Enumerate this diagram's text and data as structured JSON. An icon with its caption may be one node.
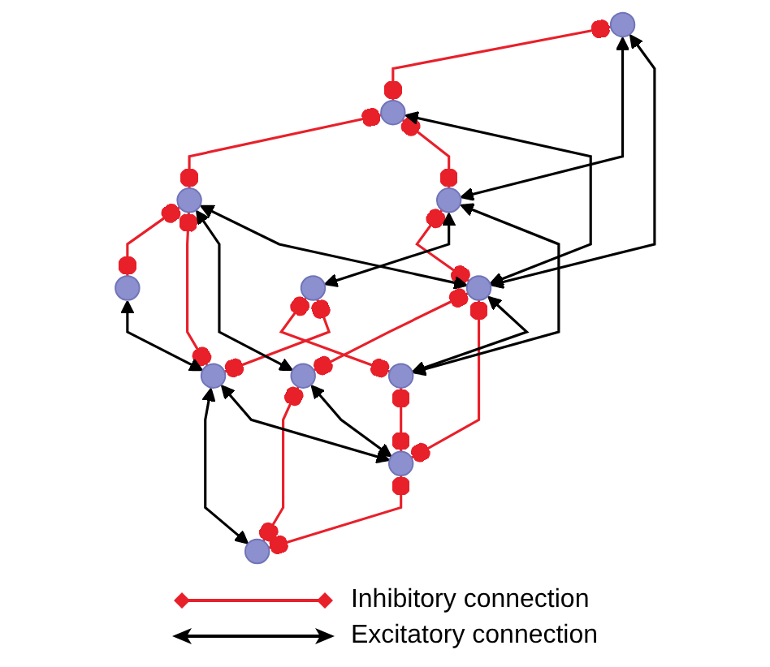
{
  "diagram": {
    "nodes": [
      {
        "text": [],
        "shape": "circle"
      },
      {
        "text": [],
        "shape": "circle"
      },
      {
        "text": [],
        "shape": "circle"
      },
      {
        "text": [],
        "shape": "circle"
      },
      {
        "text": [],
        "shape": "circle"
      },
      {
        "text": [],
        "shape": "circle"
      },
      {
        "text": [],
        "shape": "circle"
      },
      {
        "text": [],
        "shape": "circle"
      },
      {
        "text": [],
        "shape": "circle"
      },
      {
        "text": [],
        "shape": "circle"
      },
      {
        "text": [],
        "shape": "circle"
      },
      {
        "text": [],
        "shape": "circle"
      }
    ],
    "edges": [
      {
        "from": 0,
        "to": 1,
        "arrow": "other"
      },
      {
        "from": 1,
        "to": 2,
        "arrow": "other"
      },
      {
        "from": 2,
        "to": 3,
        "arrow": "other"
      },
      {
        "from": 4,
        "to": 5,
        "arrow": "other"
      },
      {
        "from": 5,
        "to": 6,
        "arrow": "other"
      },
      {
        "from": 8,
        "to": 9,
        "arrow": "other"
      },
      {
        "from": 9,
        "to": 10,
        "arrow": "other"
      },
      {
        "from": 10,
        "to": 11,
        "arrow": "other"
      },
      {
        "from": 1,
        "to": 4,
        "arrow": "other"
      },
      {
        "from": 2,
        "to": 7,
        "arrow": "other"
      },
      {
        "from": 5,
        "to": 10,
        "arrow": "other"
      },
      {
        "from": 6,
        "to": 11,
        "arrow": "other"
      },
      {
        "from": 8,
        "to": 7,
        "arrow": "other"
      },
      {
        "from": 0,
        "to": 4,
        "arrow": "both",
        "color": "#000000"
      },
      {
        "from": 1,
        "to": 5,
        "arrow": "both",
        "color": "#000000"
      },
      {
        "from": 2,
        "to": 6,
        "arrow": "both",
        "color": "#000000"
      },
      {
        "from": 3,
        "to": 7,
        "arrow": "both",
        "color": "#000000"
      },
      {
        "from": 4,
        "to": 8,
        "arrow": "both",
        "color": "#000000"
      },
      {
        "from": 5,
        "to": 9,
        "arrow": "both",
        "color": "#000000"
      },
      {
        "from": 6,
        "to": 10,
        "arrow": "both",
        "color": "#000000"
      },
      {
        "from": 7,
        "to": 11,
        "arrow": "both",
        "color": "#000000"
      },
      {
        "from": 0,
        "to": 5,
        "arrow": "both",
        "color": "#000000"
      },
      {
        "from": 2,
        "to": 5,
        "arrow": "both",
        "color": "#000000"
      },
      {
        "from": 4,
        "to": 9,
        "arrow": "both",
        "color": "#000000"
      },
      {
        "from": 7,
        "to": 10,
        "arrow": "both",
        "color": "#000000"
      }
    ],
    "legend": [
      {
        "text": "Inhibitory connection"
      },
      {
        "text": "Excitatory connection"
      }
    ]
  }
}
